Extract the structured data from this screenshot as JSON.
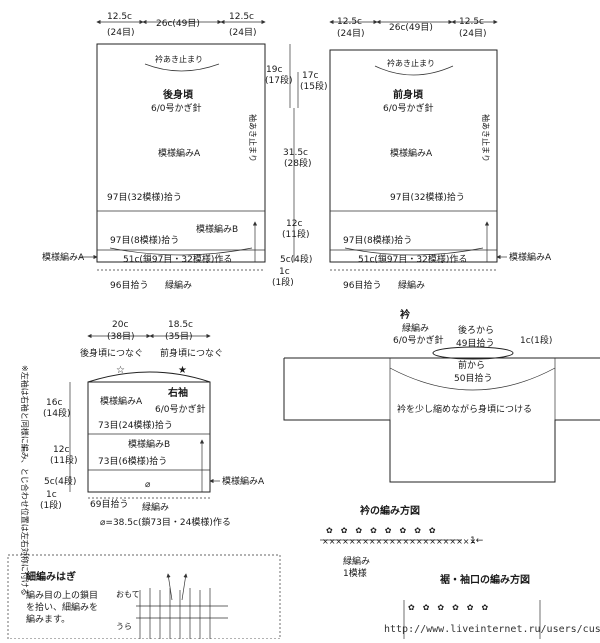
{
  "back": {
    "top_left": "12.5c",
    "top_left_sts": "(24目)",
    "top_mid": "26c(49目)",
    "top_right": "12.5c",
    "top_right_sts": "(24目)",
    "neck_stop": "衿あき止まり",
    "title": "後身頃",
    "hook": "6/0号かぎ針",
    "pattern_a": "模様編みA",
    "pick97": "97目(32模様)拾う",
    "pattern_b": "模様編みB",
    "pick97b": "97目(8模様)拾う",
    "side_left": "模様編みA",
    "chain": "51c(鎖97目・32模様)作る",
    "pick96": "96目拾う",
    "rib": "緑編み",
    "sleeve_stop": "袖あき止まり"
  },
  "dims_mid": {
    "d1": "19c",
    "d1s": "(17段)",
    "d2": "17c",
    "d2s": "(15段)",
    "d3": "31.5c",
    "d3s": "(28段)",
    "d4": "12c",
    "d4s": "(11段)",
    "d5": "5c(4段)",
    "d6": "1c",
    "d6s": "(1段)"
  },
  "front": {
    "top_left": "12.5c",
    "top_left_sts": "(24目)",
    "top_mid": "26c(49目)",
    "top_right": "12.5c",
    "top_right_sts": "(24目)",
    "neck_stop": "衿あき止まり",
    "title": "前身頃",
    "hook": "6/0号かぎ針",
    "pattern_a": "模様編みA",
    "pick97": "97目(32模様)拾う",
    "pick97b": "97目(8模様)拾う",
    "side_right": "模様編みA",
    "chain": "51c(鎖97目・32模様)作る",
    "pick96": "96目拾う",
    "rib": "緑編み",
    "sleeve_stop": "袖あき止まり"
  },
  "sleeve": {
    "w1": "20c",
    "w1s": "(38目)",
    "w2": "18.5c",
    "w2s": "(35目)",
    "join_back": "後身頃につなぐ",
    "join_front": "前身頃につなぐ",
    "title": "右袖",
    "hook": "6/0号かぎ針",
    "pattern_a": "模様編みA",
    "pick73": "73目(24模様)拾う",
    "pattern_b": "模様編みB",
    "pick73b": "73目(6模様)拾う",
    "side_right": "模様編みA",
    "pick69": "69目拾う",
    "rib": "緑編み",
    "chain": "⌀=38.5c(鎖73目・24模様)作る",
    "h1": "16c",
    "h1s": "(14段)",
    "h2": "12c",
    "h2s": "(11段)",
    "h3": "5c(4段)",
    "h4": "1c",
    "h4s": "(1段)",
    "side_note": "※左袖は右袖と同様に編み、とじ合わせ位置は左右対称に付ける"
  },
  "collar": {
    "title": "衿",
    "rib": "緑編み",
    "hook": "6/0号かぎ針",
    "from_back": "後ろから",
    "back_sts": "49目拾う",
    "depth": "1c(1段)",
    "from_front": "前から",
    "front_sts": "50目拾う",
    "instruction": "衿を少し縮めながら身頃につける"
  },
  "collar_chart": {
    "title": "衿の編み方図",
    "rib": "緑編み",
    "repeat": "1模様",
    "arrow": "1←"
  },
  "hem_chart": {
    "title": "裾・袖口の編み方図"
  },
  "seam_box": {
    "title": "細編みはぎ",
    "text1": "編み目の上の鎖目",
    "text2": "を拾い、細編みを",
    "text3": "編みます。",
    "label_front": "おもて",
    "label_back": "うら"
  },
  "watermark": "http://www.liveinternet.ru/users/cussa"
}
